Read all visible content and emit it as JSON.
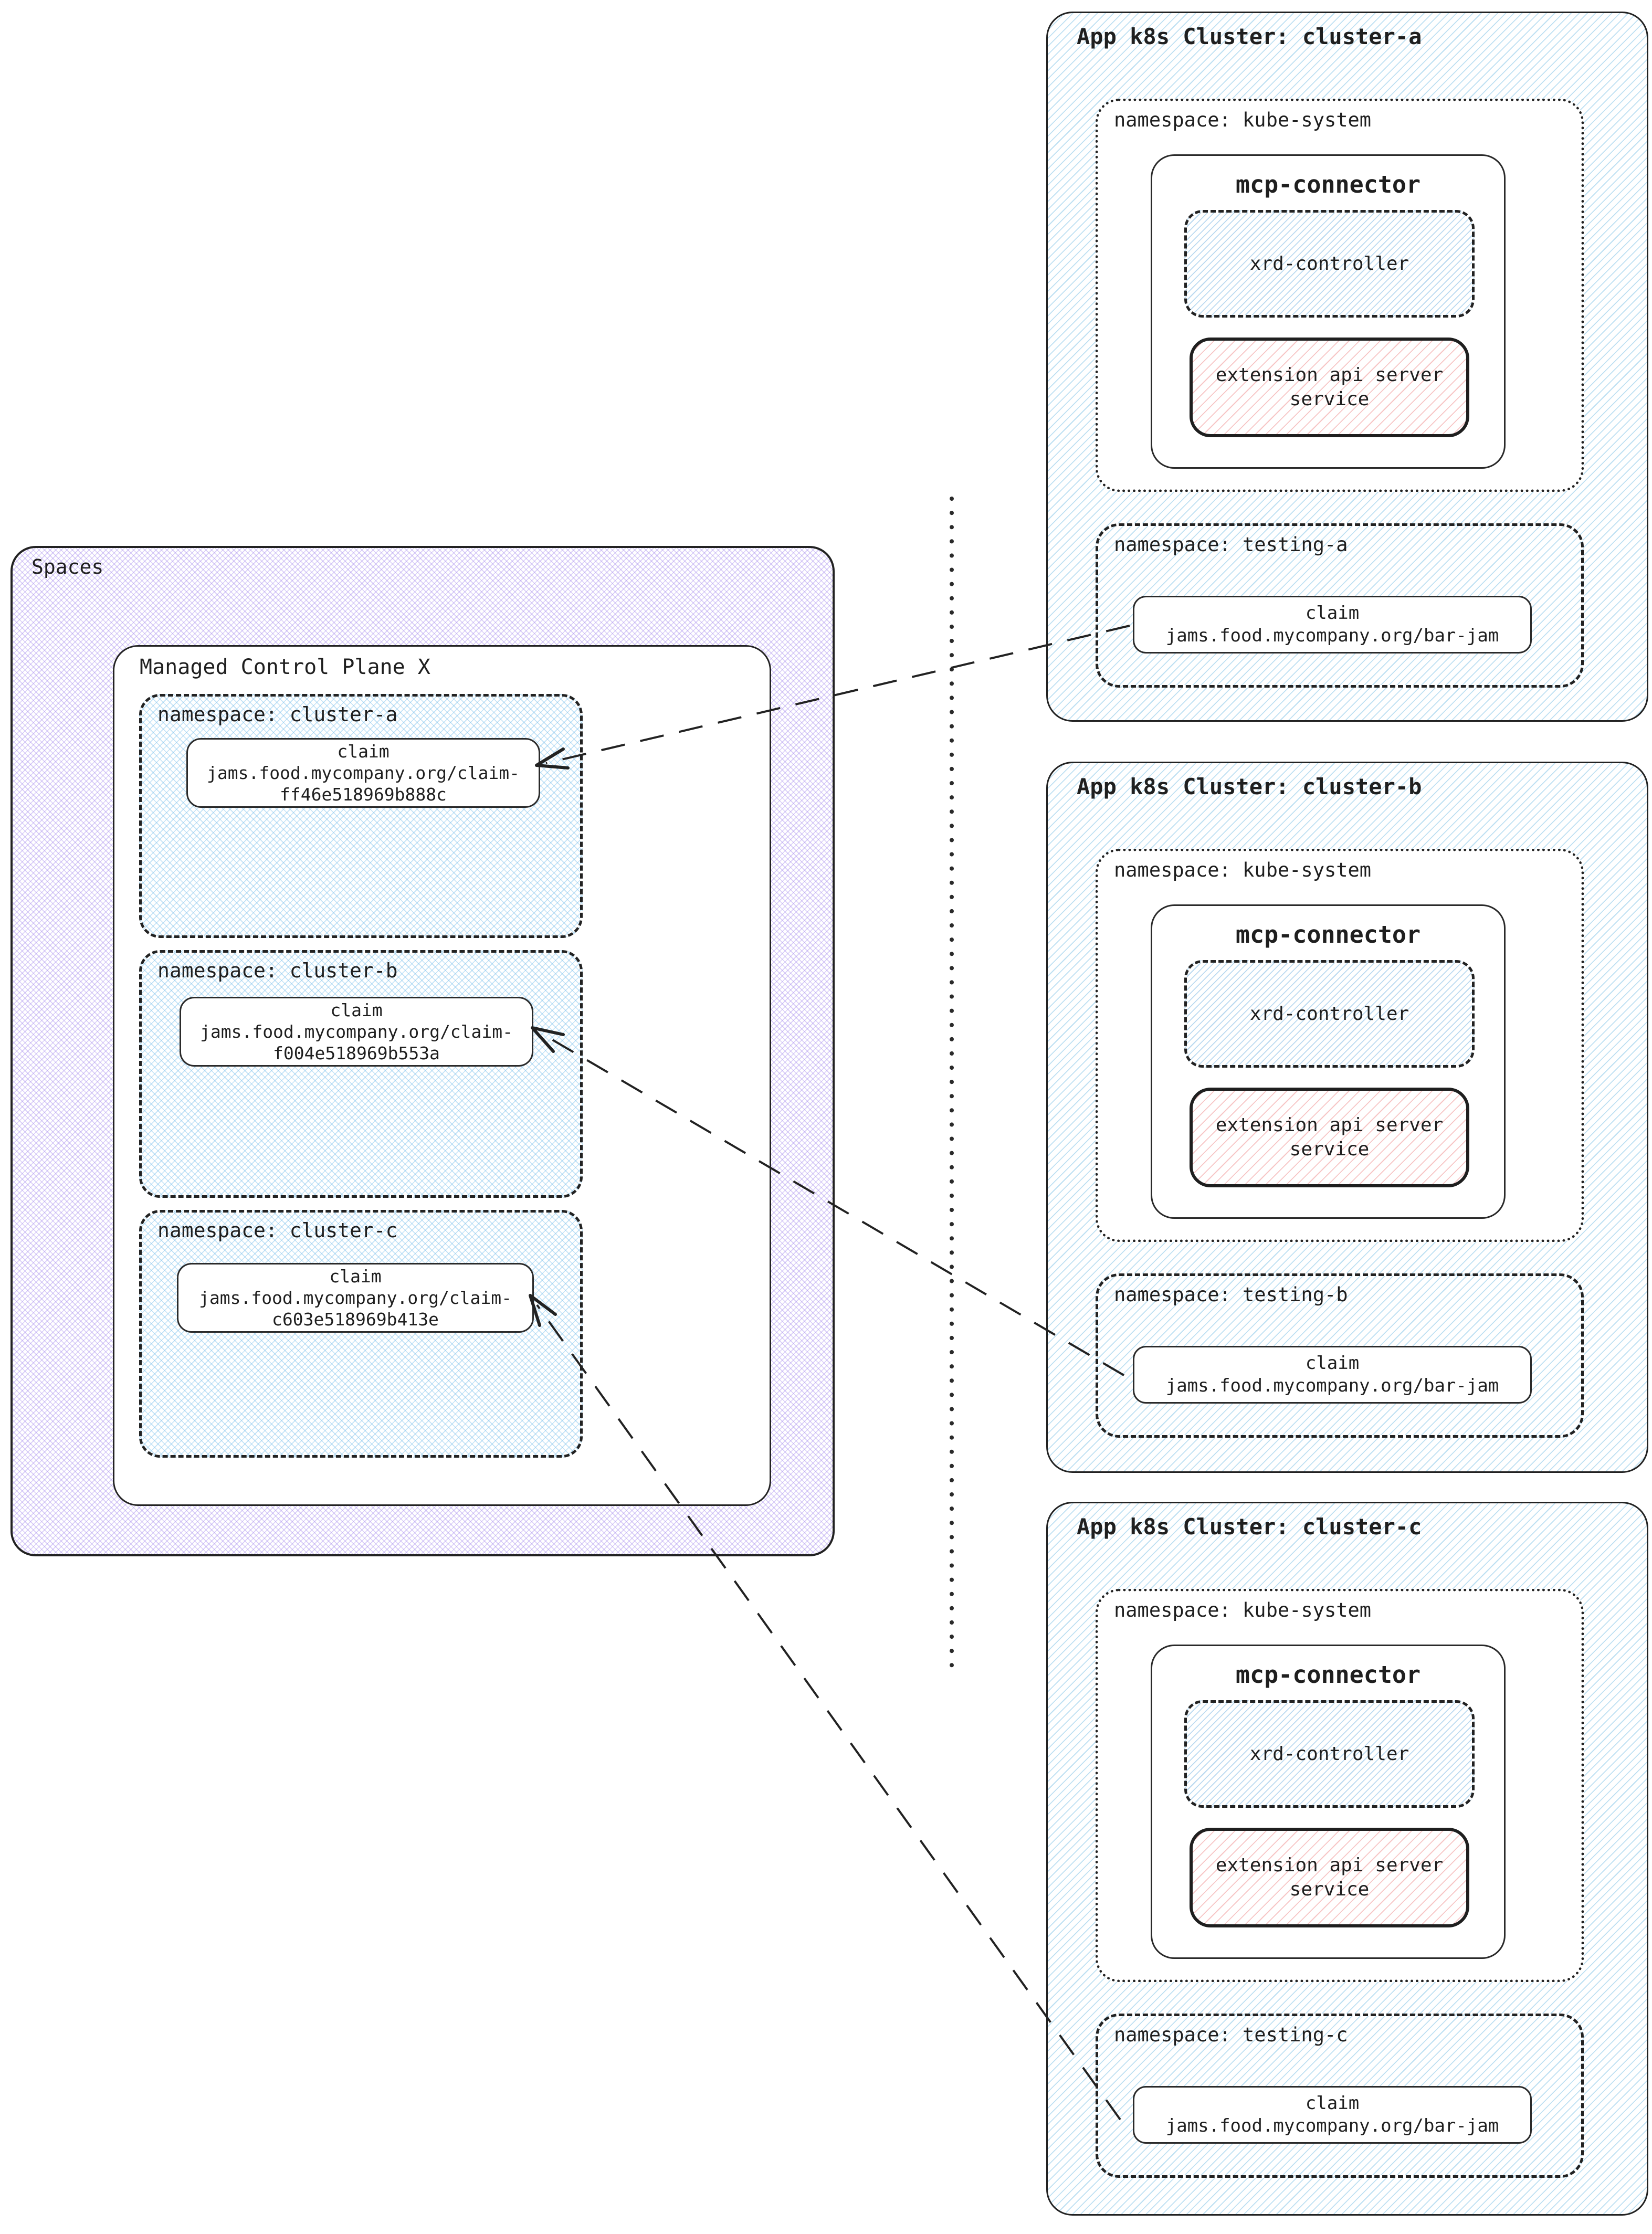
{
  "colors": {
    "ink": "#1f1f1f",
    "cluster_hatch_blue": "#7dc2e6",
    "spaces_hatch_purple": "#a084ec",
    "namespace_hatch_blue": "#78bee8",
    "xrd_hatch_blue": "#78b4e2",
    "extension_hatch_red": "#f09696",
    "box_background": "#ffffff"
  },
  "spaces": {
    "label": "Spaces",
    "mcp": {
      "label": "Managed Control Plane X",
      "namespaces": [
        {
          "label": "namespace: cluster-a",
          "claim": {
            "title": "claim",
            "line1": "jams.food.mycompany.org/claim-",
            "line2": "ff46e518969b888c"
          }
        },
        {
          "label": "namespace: cluster-b",
          "claim": {
            "title": "claim",
            "line1": "jams.food.mycompany.org/claim-",
            "line2": "f004e518969b553a"
          }
        },
        {
          "label": "namespace: cluster-c",
          "claim": {
            "title": "claim",
            "line1": "jams.food.mycompany.org/claim-",
            "line2": "c603e518969b413e"
          }
        }
      ]
    }
  },
  "clusters": [
    {
      "title": "App k8s Cluster: cluster-a",
      "kube_namespace": {
        "label": "namespace: kube-system",
        "connector": {
          "title": "mcp-connector",
          "xrd_label": "xrd-controller",
          "ext_line1": "extension api server",
          "ext_line2": "service"
        }
      },
      "testing_namespace": {
        "label": "namespace: testing-a",
        "claim": {
          "title": "claim",
          "line1": "jams.food.mycompany.org/bar-jam"
        }
      }
    },
    {
      "title": "App k8s Cluster: cluster-b",
      "kube_namespace": {
        "label": "namespace: kube-system",
        "connector": {
          "title": "mcp-connector",
          "xrd_label": "xrd-controller",
          "ext_line1": "extension api server",
          "ext_line2": "service"
        }
      },
      "testing_namespace": {
        "label": "namespace: testing-b",
        "claim": {
          "title": "claim",
          "line1": "jams.food.mycompany.org/bar-jam"
        }
      }
    },
    {
      "title": "App k8s Cluster: cluster-c",
      "kube_namespace": {
        "label": "namespace: kube-system",
        "connector": {
          "title": "mcp-connector",
          "xrd_label": "xrd-controller",
          "ext_line1": "extension api server",
          "ext_line2": "service"
        }
      },
      "testing_namespace": {
        "label": "namespace: testing-c",
        "claim": {
          "title": "claim",
          "line1": "jams.food.mycompany.org/bar-jam"
        }
      }
    }
  ],
  "connections": [
    {
      "from": "cluster-a testing-a claim",
      "to": "Managed Control Plane X cluster-a claim"
    },
    {
      "from": "cluster-b testing-b claim",
      "to": "Managed Control Plane X cluster-b claim"
    },
    {
      "from": "cluster-c testing-c claim",
      "to": "Managed Control Plane X cluster-c claim"
    }
  ]
}
